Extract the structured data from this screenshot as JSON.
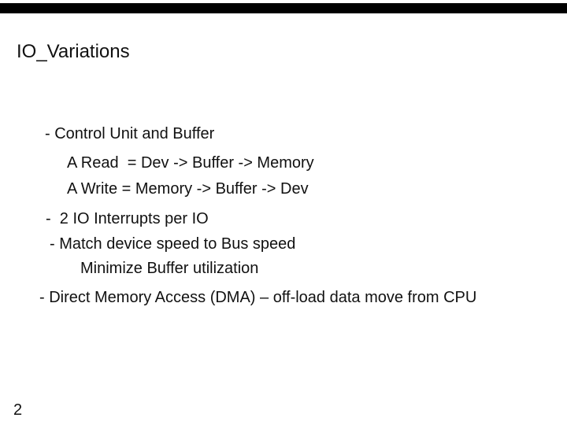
{
  "colors": {
    "background": "#ffffff",
    "top_bar": "#000000",
    "text": "#111111"
  },
  "slide": {
    "title": "IO_Variations",
    "page_number": "2",
    "lines": [
      {
        "text": "- Control Unit and Buffer"
      },
      {
        "text": "A Read  = Dev -> Buffer -> Memory"
      },
      {
        "text": "A Write = Memory -> Buffer -> Dev"
      },
      {
        "text": "-  2 IO Interrupts per IO"
      },
      {
        "text": "- Match device speed to Bus speed"
      },
      {
        "text": "Minimize Buffer utilization"
      },
      {
        "text": "- Direct Memory Access (DMA) – off-load data move from CPU"
      }
    ]
  }
}
